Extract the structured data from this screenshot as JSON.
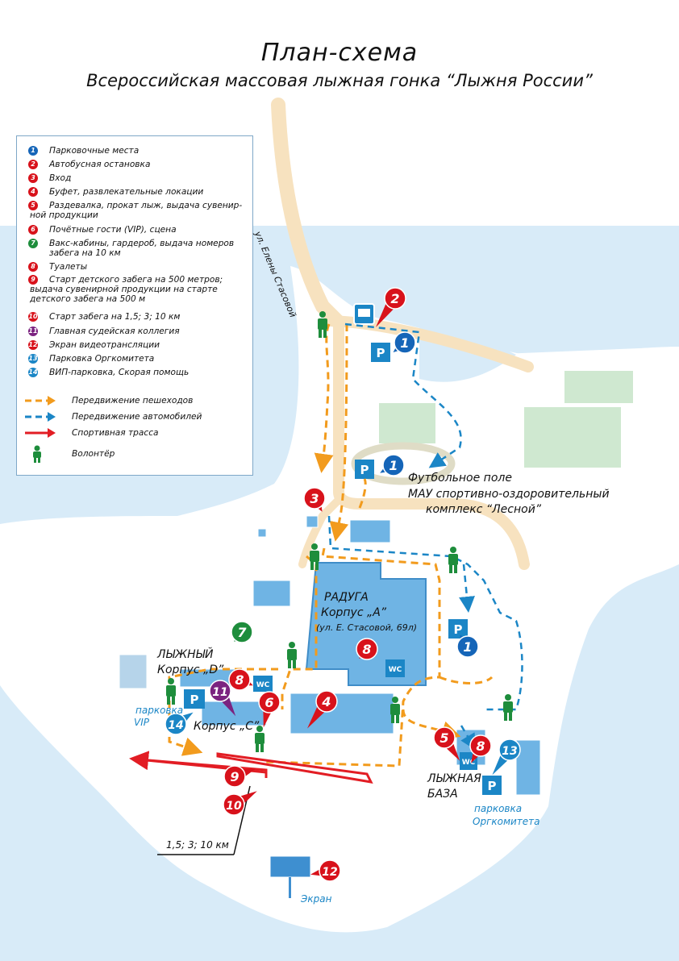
{
  "title": "План-схема",
  "subtitle": "Всероссийская массовая лыжная гонка “Лыжня России”",
  "colors": {
    "blue_marker": "#1565b8",
    "red_marker": "#d8121b",
    "purple_marker": "#7b2380",
    "green_marker": "#1e8d3c",
    "teal_marker": "#1b86c6",
    "pedestrian": "#f29b1d",
    "vehicle": "#1b86c6",
    "track": "#e21d24",
    "water": "#d8ebf8",
    "building": "#6fb4e4"
  },
  "legend": {
    "items": [
      {
        "num": "1",
        "color": "blue",
        "text": "Парковочные места"
      },
      {
        "num": "2",
        "color": "red",
        "text": "Автобусная остановка"
      },
      {
        "num": "3",
        "color": "red",
        "text": "Вход"
      },
      {
        "num": "4",
        "color": "red",
        "text": "Буфет, развлекательные локации"
      },
      {
        "num": "5",
        "color": "red",
        "text": "Раздевалка, прокат лыж, выдача сувенир-ной продукции"
      },
      {
        "num": "6",
        "color": "red",
        "text": "Почётные гости (VIP), сцена"
      },
      {
        "num": "7",
        "color": "green",
        "text": "Вакс-кабины, гардероб, выдача номеров забега на 10 км"
      },
      {
        "num": "8",
        "color": "red",
        "text": "Туалеты"
      },
      {
        "num": "9",
        "color": "red",
        "text": "Старт детского забега на 500 метров; выдача сувенирной продукции на старте детского забега на 500 м"
      },
      {
        "num": "10",
        "color": "red",
        "text": "Старт забега на 1,5; 3; 10 км"
      },
      {
        "num": "11",
        "color": "purple",
        "text": "Главная судейская коллегия"
      },
      {
        "num": "12",
        "color": "red",
        "text": "Экран видеотрансляции"
      },
      {
        "num": "13",
        "color": "teal",
        "text": "Парковка Оргкомитета"
      },
      {
        "num": "14",
        "color": "teal",
        "text": "ВИП-парковка, Скорая помощь"
      }
    ],
    "lines": [
      {
        "icon": "pedestrian-arrow",
        "text": "Передвижение пешеходов"
      },
      {
        "icon": "vehicle-arrow",
        "text": "Передвижение автомобилей"
      },
      {
        "icon": "track-arrow",
        "text": "Спортивная трасса"
      },
      {
        "icon": "volunteer-icon",
        "text": "Волонтёр"
      }
    ]
  },
  "labels": {
    "street": "ул. Елены Стасовой",
    "football": "Футбольное поле",
    "mau": "МАУ спортивно-оздоровительный",
    "mau2": "комплекс “Лесной”",
    "raduga": "РАДУГА",
    "korpus_a": "Корпус „А”",
    "address": "(ул. Е. Стасовой, 69л)",
    "lyzhny": "ЛЫЖНЫЙ",
    "korpus_d": "Корпус „D”",
    "korpus_c": "Корпус „С”",
    "parking_vip": "парковка",
    "parking_vip2": "VIP",
    "ski_base": "ЛЫЖНАЯ",
    "ski_base2": "БАЗА",
    "parking_org": "парковка",
    "parking_org2": "Оргкомитета",
    "distance": "1,5; 3; 10 км",
    "screen": "Экран",
    "wc": "WC",
    "p": "P"
  },
  "markers": [
    {
      "num": "2",
      "color": "red"
    },
    {
      "num": "1",
      "color": "blue"
    },
    {
      "num": "1",
      "color": "blue"
    },
    {
      "num": "3",
      "color": "red"
    },
    {
      "num": "1",
      "color": "blue"
    },
    {
      "num": "7",
      "color": "green"
    },
    {
      "num": "8",
      "color": "red"
    },
    {
      "num": "8",
      "color": "red"
    },
    {
      "num": "11",
      "color": "purple"
    },
    {
      "num": "6",
      "color": "red"
    },
    {
      "num": "4",
      "color": "red"
    },
    {
      "num": "14",
      "color": "teal"
    },
    {
      "num": "9",
      "color": "red"
    },
    {
      "num": "10",
      "color": "red"
    },
    {
      "num": "5",
      "color": "red"
    },
    {
      "num": "8",
      "color": "red"
    },
    {
      "num": "13",
      "color": "teal"
    },
    {
      "num": "12",
      "color": "red"
    }
  ]
}
